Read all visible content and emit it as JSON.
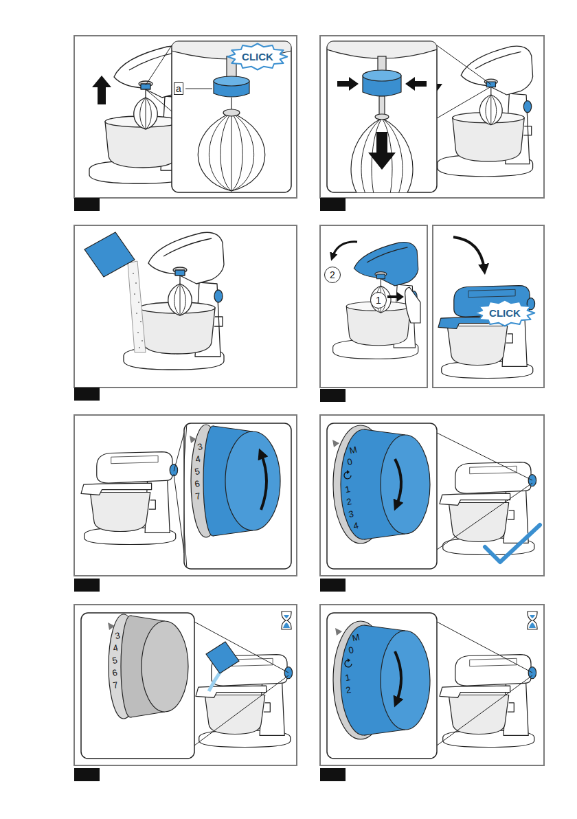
{
  "diagram": {
    "nodes": [
      {
        "text": [
          "CLICK"
        ]
      },
      {
        "text": [
          "a"
        ]
      },
      {
        "text": [
          "2"
        ]
      },
      {
        "text": [
          "1"
        ]
      },
      {
        "text": [
          "CLICK"
        ]
      }
    ],
    "labels": [
      "3",
      "4",
      "5",
      "6",
      "7",
      "M",
      "0",
      "1",
      "2",
      "3",
      "4",
      "3",
      "4",
      "5",
      "6",
      "7",
      "M",
      "0",
      "1",
      "2"
    ]
  }
}
